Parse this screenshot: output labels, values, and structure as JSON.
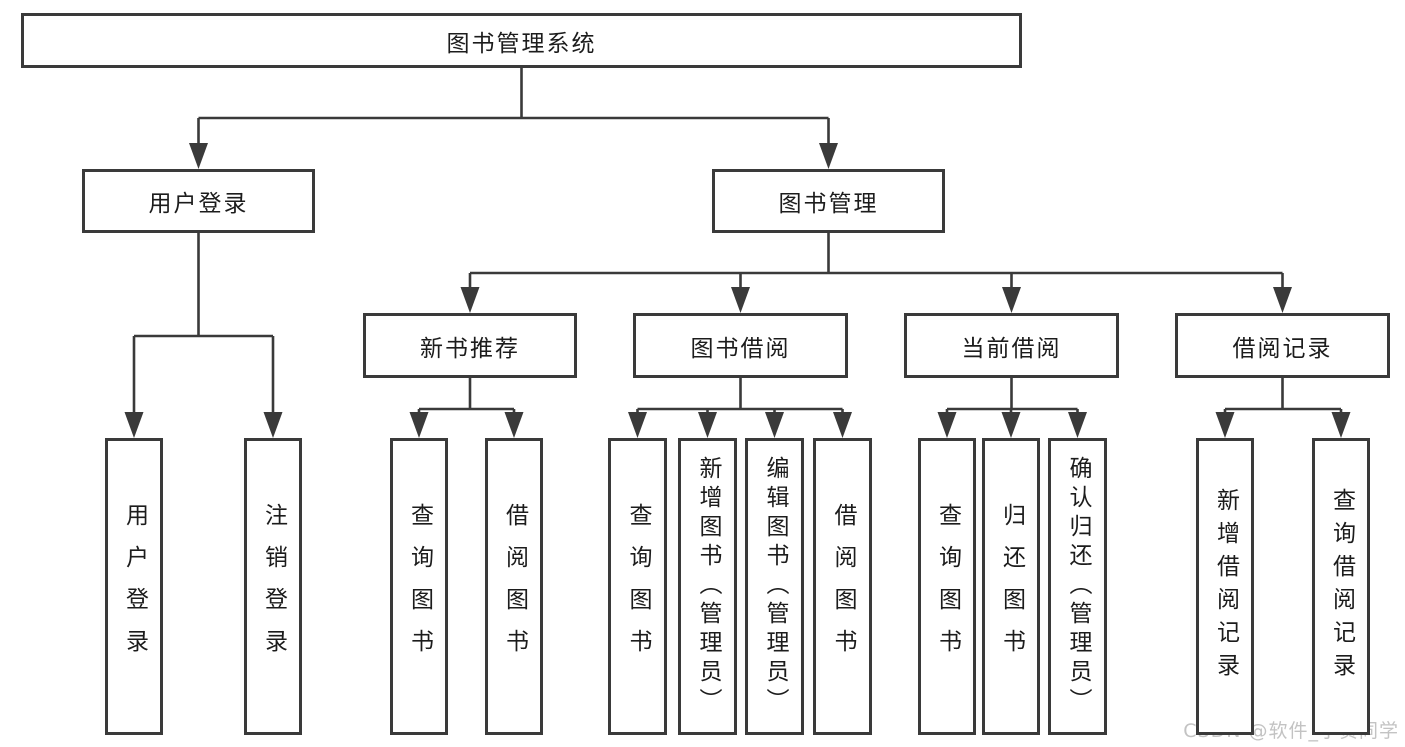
{
  "colors": {
    "line": "#3a3a3a",
    "box_border": "#3a3a3a",
    "box_fill": "#ffffff",
    "text": "#1c1c1c",
    "watermark": "#c3c3c3"
  },
  "watermark": "CSDN @软件_小贺同学",
  "tree": {
    "root": {
      "label": "图书管理系统"
    },
    "children": [
      {
        "label": "用户登录",
        "children": [
          {
            "label": "用户登录"
          },
          {
            "label": "注销登录"
          }
        ]
      },
      {
        "label": "图书管理",
        "children": [
          {
            "label": "新书推荐",
            "children": [
              {
                "label": "查询图书"
              },
              {
                "label": "借阅图书"
              }
            ]
          },
          {
            "label": "图书借阅",
            "children": [
              {
                "label": "查询图书"
              },
              {
                "label": "新增图书（管理员）"
              },
              {
                "label": "编辑图书（管理员）"
              },
              {
                "label": "借阅图书"
              }
            ]
          },
          {
            "label": "当前借阅",
            "children": [
              {
                "label": "查询图书"
              },
              {
                "label": "归还图书"
              },
              {
                "label": "确认归还（管理员）"
              }
            ]
          },
          {
            "label": "借阅记录",
            "children": [
              {
                "label": "新增借阅记录"
              },
              {
                "label": "查询借阅记录"
              }
            ]
          }
        ]
      }
    ]
  }
}
